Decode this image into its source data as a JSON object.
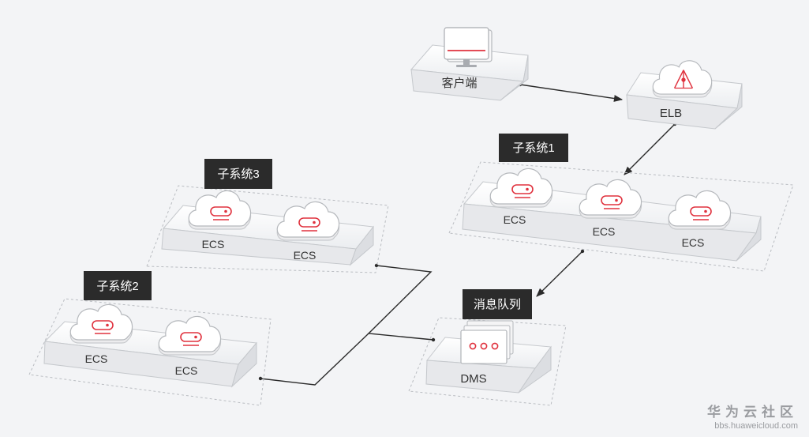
{
  "nodes": {
    "client": {
      "label": "客户端"
    },
    "elb": {
      "label": "ELB"
    },
    "dms": {
      "label": "DMS"
    }
  },
  "groups": {
    "subsystem1": {
      "tag": "子系统1",
      "instances": [
        "ECS",
        "ECS",
        "ECS"
      ]
    },
    "subsystem2": {
      "tag": "子系统2",
      "instances": [
        "ECS",
        "ECS"
      ]
    },
    "subsystem3": {
      "tag": "子系统3",
      "instances": [
        "ECS",
        "ECS"
      ]
    },
    "message_queue": {
      "tag": "消息队列"
    }
  },
  "watermark": {
    "cn": "华为云社区",
    "en": "bbs.huaweicloud.com"
  },
  "colors": {
    "accent": "#e0323e",
    "tag_bg": "#2b2b2b",
    "line": "#2b2b2b",
    "dashed_border": "#b9bcc1"
  }
}
